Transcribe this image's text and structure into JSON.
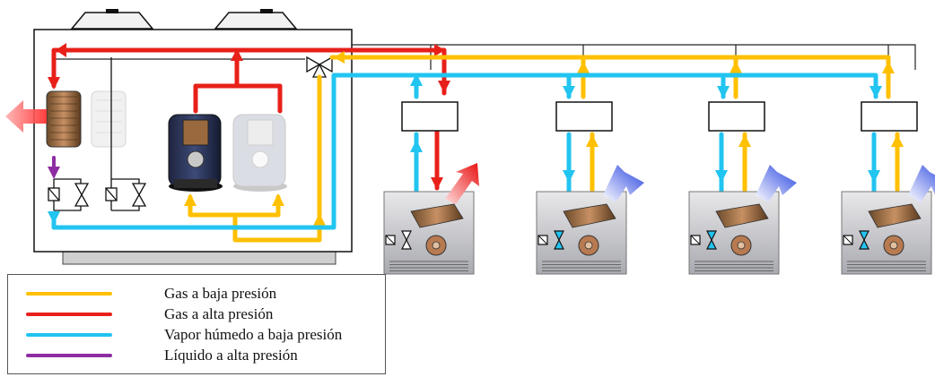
{
  "colors": {
    "low_pressure_gas": "#FFC000",
    "high_pressure_gas": "#E8201A",
    "wet_vapor": "#22C4F0",
    "high_pressure_liquid": "#8E2DA3",
    "outline": "#111111"
  },
  "legend": {
    "items": [
      {
        "label": "Gas a baja presión",
        "color": "#FFC000"
      },
      {
        "label": "Gas a alta presión",
        "color": "#E8201A"
      },
      {
        "label": "Vapor húmedo a baja presión",
        "color": "#22C4F0"
      },
      {
        "label": "Líquido a alta presión",
        "color": "#8E2DA3"
      }
    ]
  },
  "indoor_units": [
    {
      "mode": "heating",
      "airflow_color": "#E8201A"
    },
    {
      "mode": "cooling",
      "airflow_color": "#2A4FE0"
    },
    {
      "mode": "cooling",
      "airflow_color": "#2A4FE0"
    },
    {
      "mode": "cooling",
      "airflow_color": "#2A4FE0"
    }
  ]
}
